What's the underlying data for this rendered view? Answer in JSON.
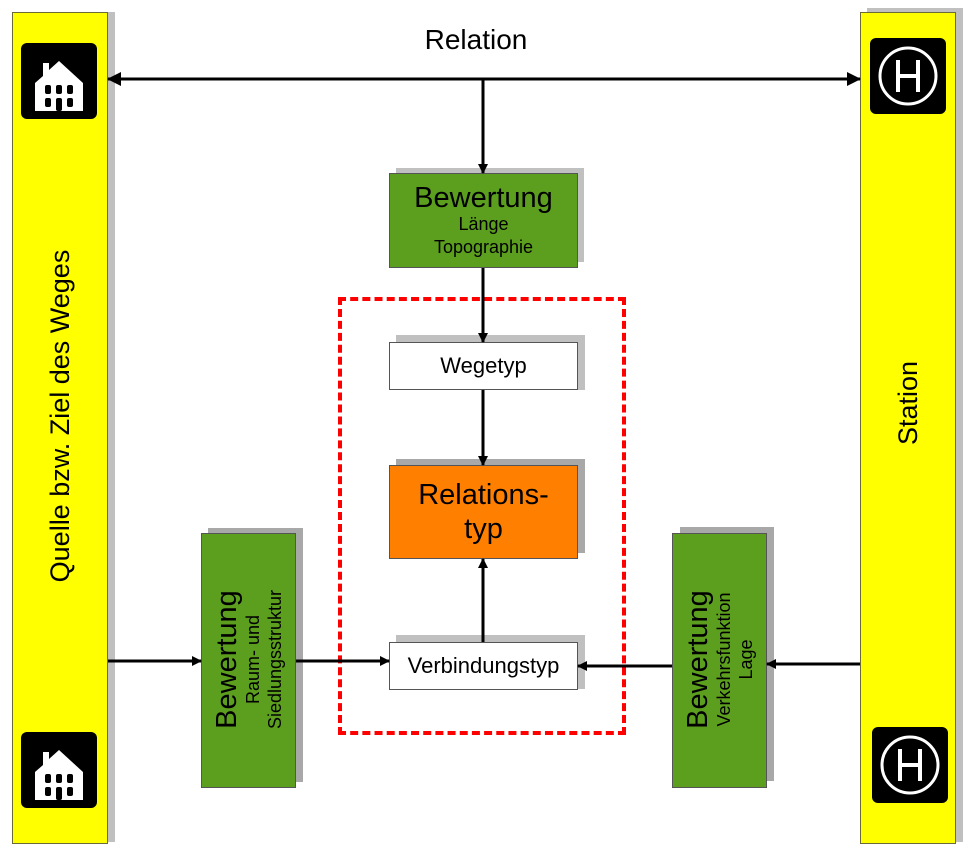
{
  "diagram": {
    "top_label": "Relation",
    "left_bar": {
      "label": "Quelle bzw. Ziel des Weges",
      "icon": "house-icon",
      "color": "#ffff00"
    },
    "right_bar": {
      "label": "Station",
      "icon": "bus-stop-h-icon",
      "color": "#ffff00"
    },
    "top_assessment": {
      "title": "Bewertung",
      "lines": [
        "Länge",
        "Topographie"
      ],
      "color": "#5c9e1e"
    },
    "wegetyp": {
      "label": "Wegetyp"
    },
    "relationstyp": {
      "line1": "Relations-",
      "line2": "typ",
      "color": "#ff8000"
    },
    "verbindungstyp": {
      "label": "Verbindungstyp"
    },
    "left_assessment": {
      "title": "Bewertung",
      "lines": [
        "Raum- und",
        "Siedlungsstruktur"
      ],
      "color": "#5c9e1e"
    },
    "right_assessment": {
      "title": "Bewertung",
      "lines": [
        "Verkehrsfunktion",
        "Lage"
      ],
      "color": "#5c9e1e"
    },
    "group_border_color": "#ff0000"
  }
}
